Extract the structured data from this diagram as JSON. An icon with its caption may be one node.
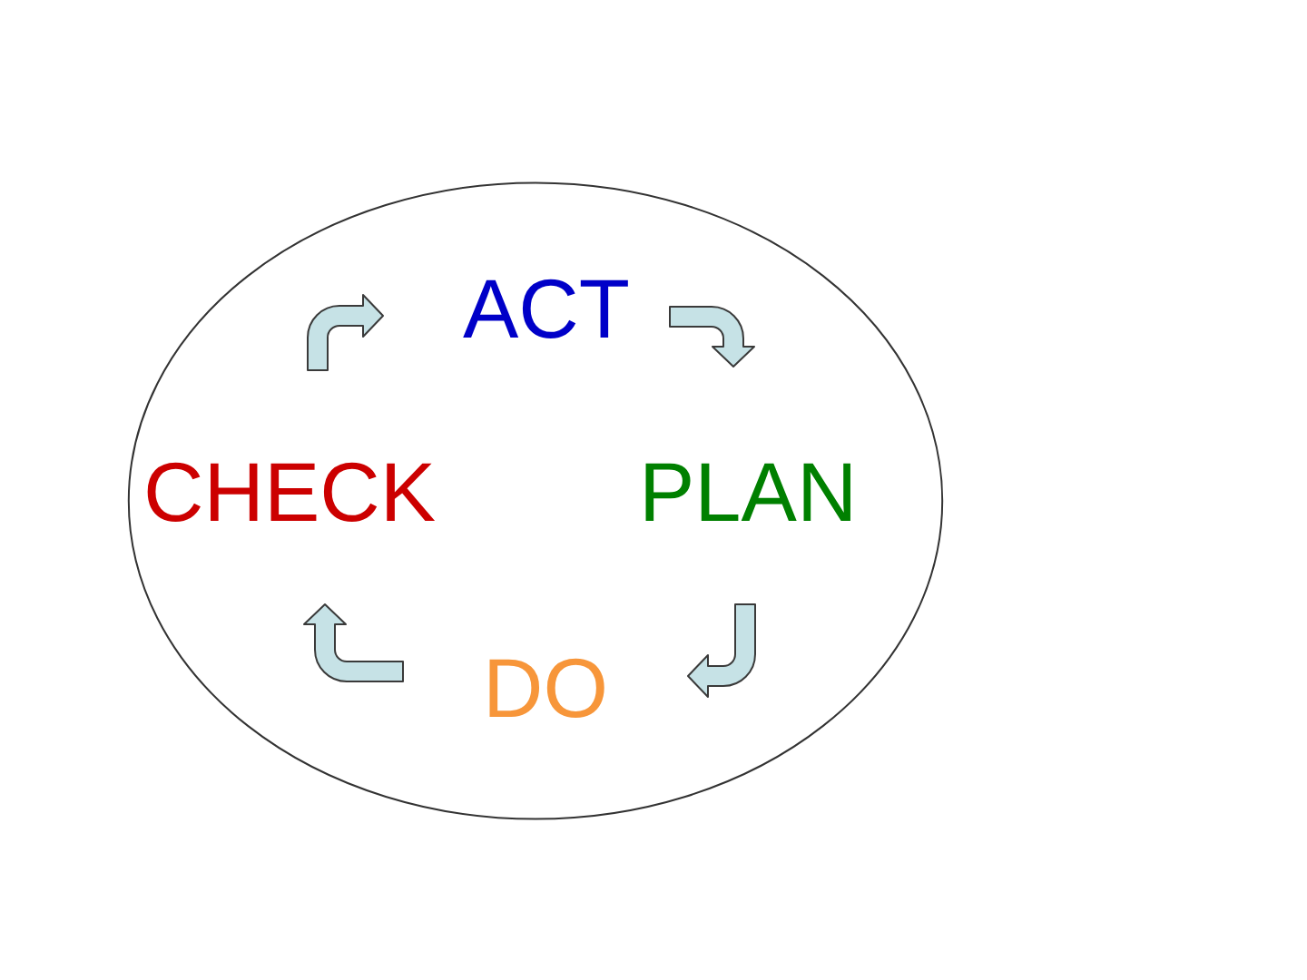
{
  "diagram": {
    "nodes": [
      {
        "text": [],
        "shape": "ellipse"
      },
      {
        "text": [
          "ACT"
        ],
        "in": 0
      },
      {
        "text": [
          "CHECK"
        ],
        "in": 0
      },
      {
        "text": [
          "PLAN"
        ],
        "in": 0
      },
      {
        "text": [
          "DO"
        ],
        "in": 0
      }
    ],
    "edges": [
      {
        "from": 1,
        "to": 3,
        "arrow": "to"
      },
      {
        "from": 3,
        "to": 4,
        "arrow": "to"
      },
      {
        "from": 4,
        "to": 2,
        "arrow": "to"
      },
      {
        "from": 2,
        "to": 1,
        "arrow": "to"
      }
    ]
  }
}
